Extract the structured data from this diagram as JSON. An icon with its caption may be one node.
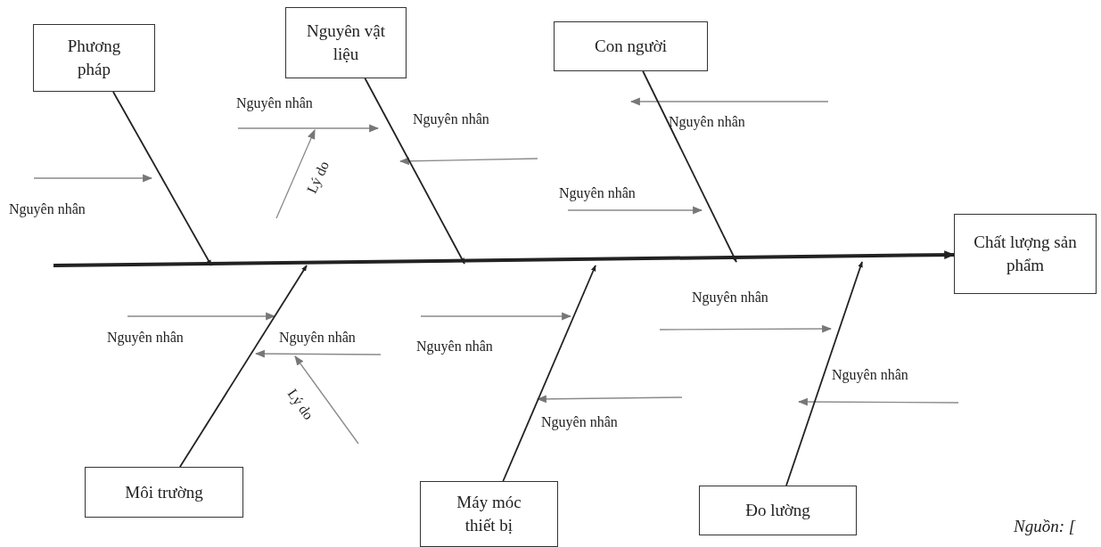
{
  "diagram": {
    "caption": "Nguồn: [",
    "nodes": [
      {
        "text": [
          "Phương pháp"
        ]
      },
      {
        "text": [
          "Nguyên vật liệu"
        ]
      },
      {
        "text": [
          "Con người"
        ]
      },
      {
        "text": [
          "Chất lượng sản phẩm"
        ]
      },
      {
        "text": [
          "Môi trường"
        ]
      },
      {
        "text": [
          "Máy móc thiết bị"
        ]
      },
      {
        "text": [
          "Đo lường"
        ]
      }
    ],
    "edges": [
      {
        "from": 0,
        "to": null,
        "arrow": "to"
      },
      {
        "from": 1,
        "to": null,
        "arrow": "to"
      },
      {
        "from": 2,
        "to": null,
        "arrow": "to"
      },
      {
        "from": null,
        "to": 3,
        "arrow": "to",
        "style": "thick"
      },
      {
        "from": 4,
        "to": null,
        "arrow": "to"
      },
      {
        "from": 5,
        "to": null,
        "arrow": "to"
      },
      {
        "from": 6,
        "to": null,
        "arrow": "to"
      }
    ],
    "labels": [
      "Nguyên nhân",
      "Nguyên nhân",
      "Nguyên nhân",
      "Lý do",
      "Nguyên nhân",
      "Nguyên nhân",
      "Nguyên nhân",
      "Nguyên nhân",
      "Nguyên nhân",
      "Nguyên nhân",
      "Nguyên nhân",
      "Lý do",
      "Nguyên nhân"
    ]
  }
}
